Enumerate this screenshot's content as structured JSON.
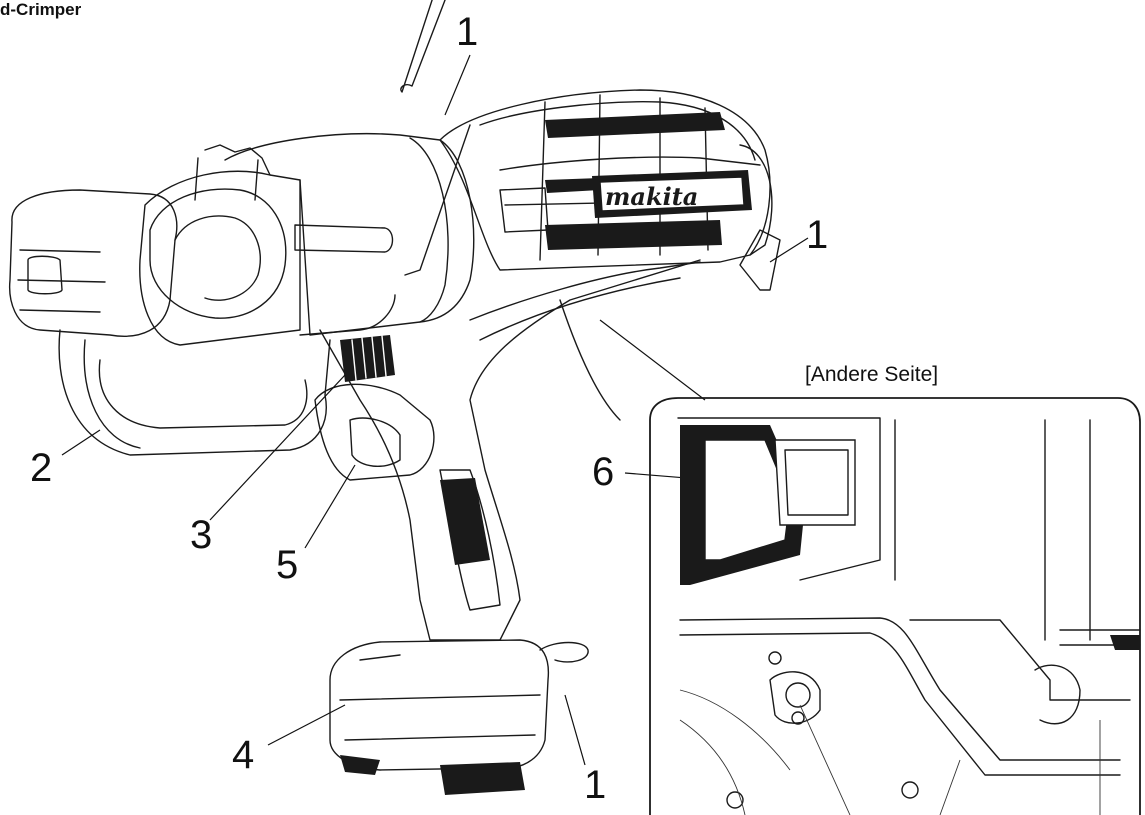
{
  "diagram": {
    "title": "d-Crimper",
    "brand_logo_text": "makita",
    "inset_caption": "[Andere Seite]",
    "callouts": {
      "c1_top": "1",
      "c1_right": "1",
      "c1_bottom": "1",
      "c2": "2",
      "c3": "3",
      "c4": "4",
      "c5": "5",
      "c6": "6"
    },
    "colors": {
      "line": "#1a1a1a",
      "background": "#ffffff"
    }
  }
}
